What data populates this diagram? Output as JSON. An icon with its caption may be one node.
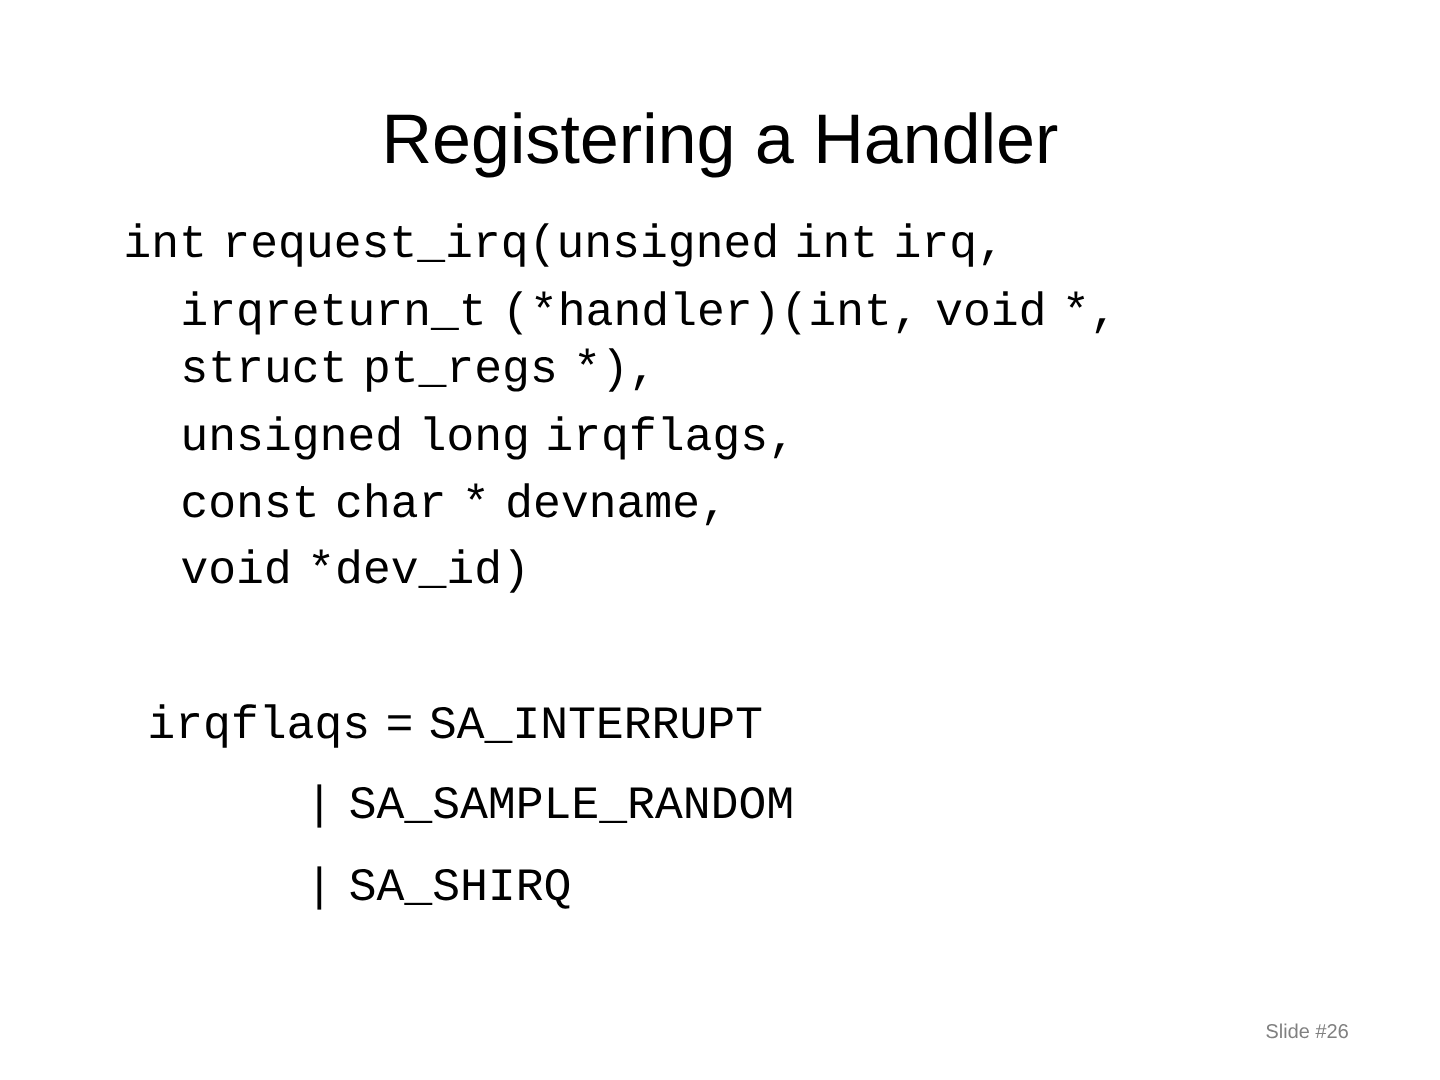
{
  "diagram": {
    "title": "Registering a Handler",
    "labels": [
      "int request_irq(unsigned int irq,",
      "irqreturn_t (*handler)(int, void *, struct pt_regs *),",
      "unsigned long irqflags,",
      "const char * devname,",
      "void *dev_id)",
      "irqflaqs = SA_INTERRUPT",
      "| SA_SAMPLE_RANDOM",
      "| SA_SHIRQ",
      "Slide #26"
    ]
  }
}
